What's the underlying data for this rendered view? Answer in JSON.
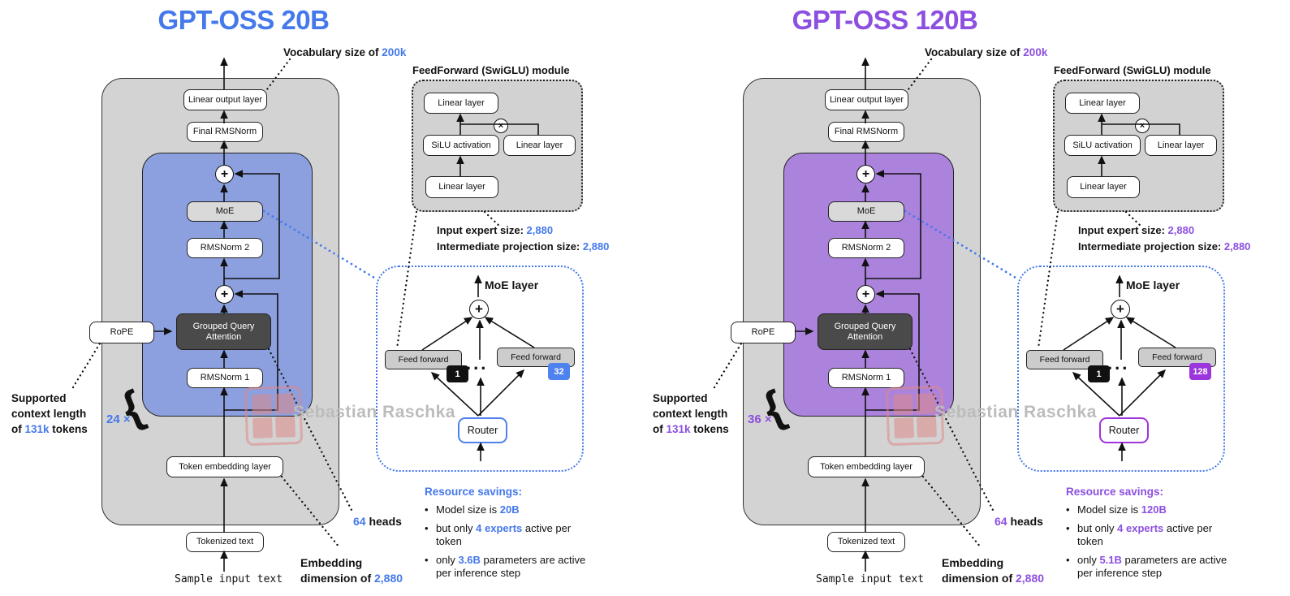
{
  "symbols": {
    "plus": "+",
    "otimes": "×",
    "bullet": "•",
    "brace": "{",
    "dots": "..."
  },
  "watermark": {
    "text": "Sebastian Raschka"
  },
  "panels": [
    {
      "title": "GPT-OSS 20B",
      "accent": "#4478eb",
      "badge_color": "#4e82ee",
      "inner_fill": "#8ca0e0",
      "vocab": {
        "prefix": "Vocabulary size of ",
        "value": "200k"
      },
      "nodes": {
        "linear_output": "Linear output layer",
        "final_rmsnorm": "Final RMSNorm",
        "moe": "MoE",
        "rmsnorm2": "RMSNorm 2",
        "gqa_line1": "Grouped Query",
        "gqa_line2": "Attention",
        "rope": "RoPE",
        "rmsnorm1": "RMSNorm 1",
        "token_embedding": "Token embedding layer",
        "tokenized": "Tokenized text",
        "sample_input": "Sample input text"
      },
      "layers": {
        "count": "24 ×"
      },
      "context": {
        "l1": "Supported",
        "l2": "context length",
        "l3_pre": "of ",
        "l3_val": "131k",
        "l3_post": " tokens"
      },
      "heads": {
        "value": "64",
        "label": " heads"
      },
      "embedding": {
        "l1": "Embedding",
        "l2_pre": "dimension of ",
        "l2_val": "2,880"
      },
      "ff_module": {
        "title": "FeedForward (SwiGLU) module",
        "linear_top": "Linear layer",
        "silu": "SiLU activation",
        "linear_right": "Linear layer",
        "linear_bottom": "Linear layer",
        "input_expert_label": "Input expert size: ",
        "input_expert_value": "2,880",
        "intermediate_label": "Intermediate projection size: ",
        "intermediate_value": "2,880"
      },
      "moe_layer": {
        "title": "MoE layer",
        "ff1": "Feed forward",
        "ff2": "Feed forward",
        "badge1": "1",
        "badge2": "32",
        "router": "Router"
      },
      "savings": {
        "title": "Resource savings:",
        "b1_pre": "Model size is ",
        "b1_val": "20B",
        "b1_post": "",
        "b2_pre": "but only ",
        "b2_val": "4 experts",
        "b2_post": " active per token",
        "b3_pre": "only ",
        "b3_val": "3.6B",
        "b3_post": " parameters are active per inference step"
      }
    },
    {
      "title": "GPT-OSS 120B",
      "accent": "#8c4fe0",
      "badge_color": "#9c35dd",
      "inner_fill": "#ac83dc",
      "vocab": {
        "prefix": "Vocabulary size of ",
        "value": "200k"
      },
      "nodes": {
        "linear_output": "Linear output layer",
        "final_rmsnorm": "Final RMSNorm",
        "moe": "MoE",
        "rmsnorm2": "RMSNorm 2",
        "gqa_line1": "Grouped Query",
        "gqa_line2": "Attention",
        "rope": "RoPE",
        "rmsnorm1": "RMSNorm 1",
        "token_embedding": "Token embedding layer",
        "tokenized": "Tokenized text",
        "sample_input": "Sample input text"
      },
      "layers": {
        "count": "36 ×"
      },
      "context": {
        "l1": "Supported",
        "l2": "context length",
        "l3_pre": "of ",
        "l3_val": "131k",
        "l3_post": " tokens"
      },
      "heads": {
        "value": "64",
        "label": " heads"
      },
      "embedding": {
        "l1": "Embedding",
        "l2_pre": "dimension of ",
        "l2_val": "2,880"
      },
      "ff_module": {
        "title": "FeedForward (SwiGLU) module",
        "linear_top": "Linear layer",
        "silu": "SiLU activation",
        "linear_right": "Linear layer",
        "linear_bottom": "Linear layer",
        "input_expert_label": "Input expert size: ",
        "input_expert_value": "2,880",
        "intermediate_label": "Intermediate projection size: ",
        "intermediate_value": "2,880"
      },
      "moe_layer": {
        "title": "MoE layer",
        "ff1": "Feed forward",
        "ff2": "Feed forward",
        "badge1": "1",
        "badge2": "128",
        "router": "Router"
      },
      "savings": {
        "title": "Resource savings:",
        "b1_pre": "Model size is ",
        "b1_val": "120B",
        "b1_post": "",
        "b2_pre": "but only ",
        "b2_val": "4 experts",
        "b2_post": " active per token",
        "b3_pre": "only ",
        "b3_val": "5.1B",
        "b3_post": " parameters are active per inference step"
      }
    }
  ]
}
